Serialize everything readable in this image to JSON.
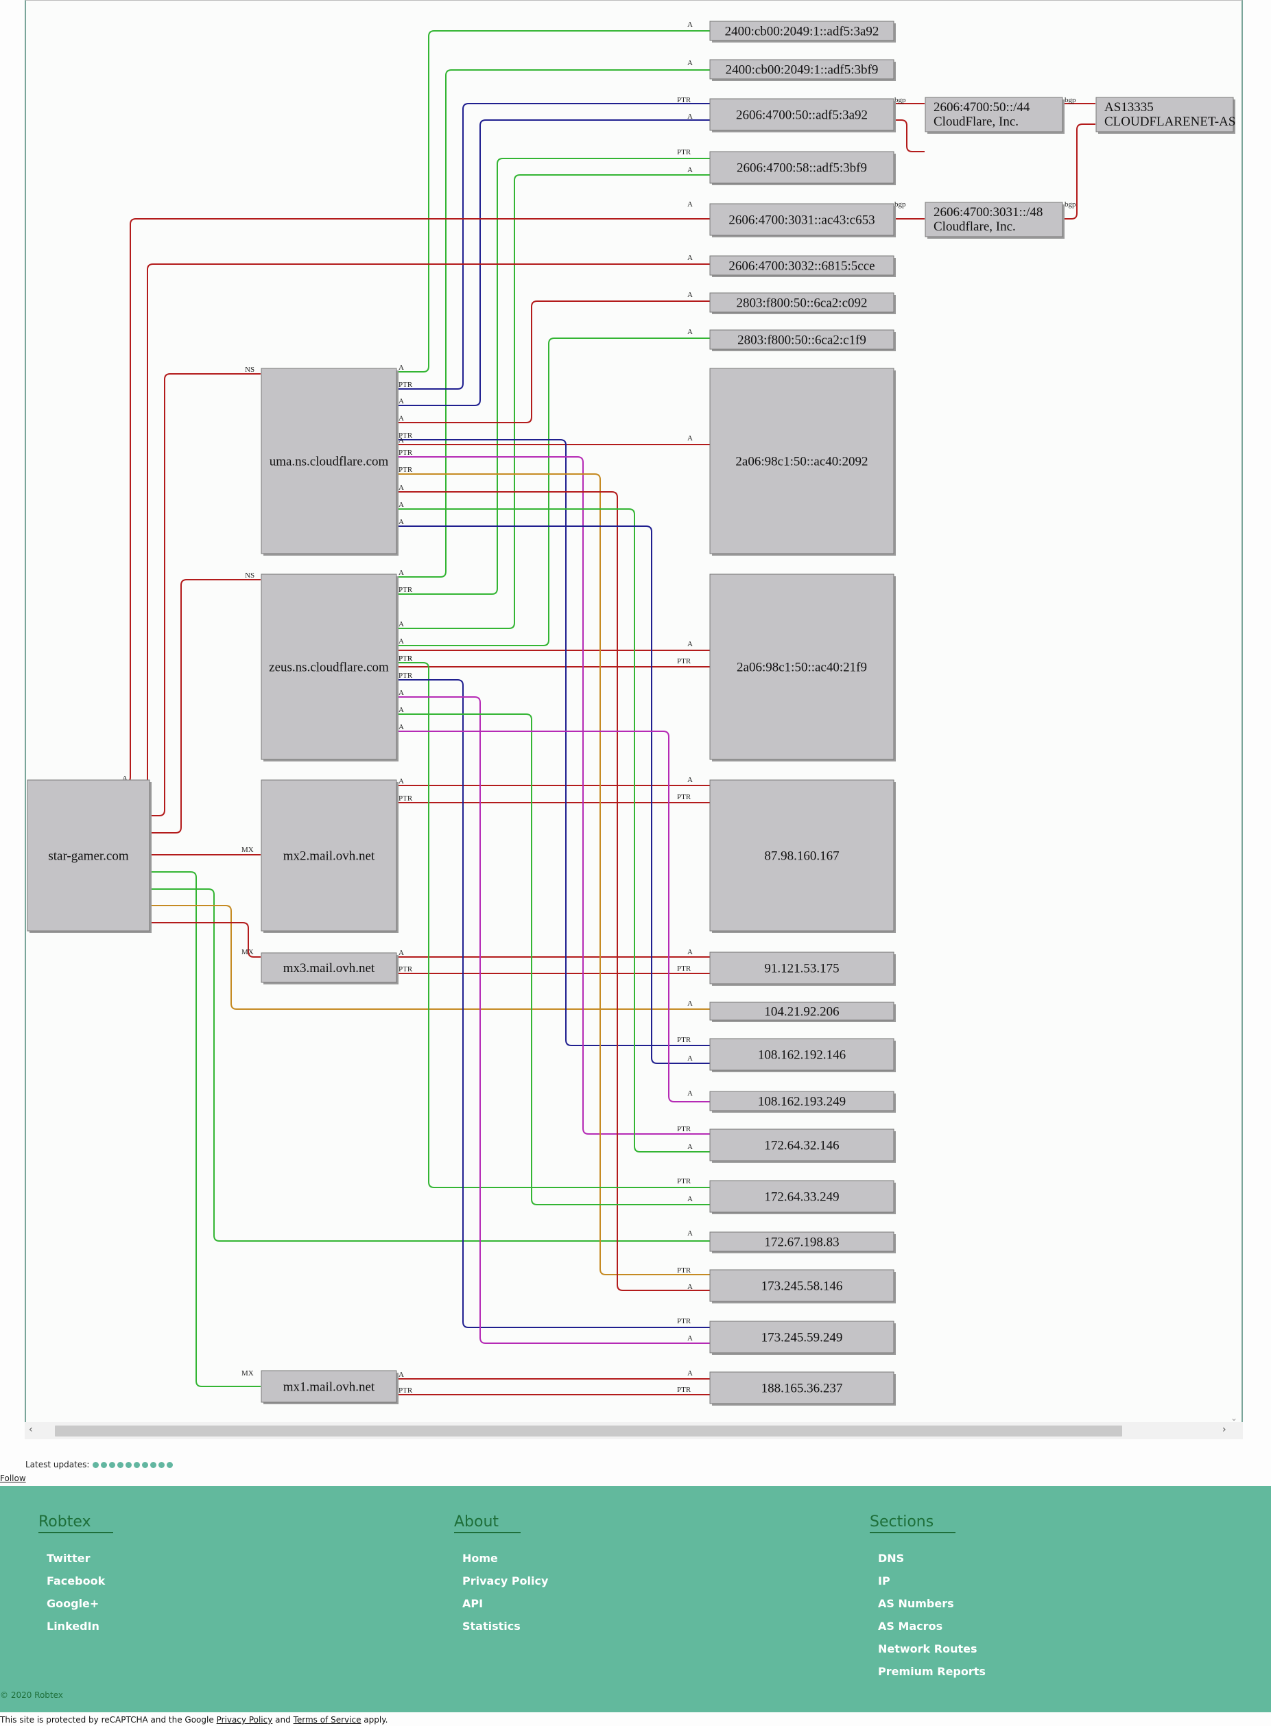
{
  "graph": {
    "domain": "star-gamer.com",
    "nameservers": [
      "uma.ns.cloudflare.com",
      "zeus.ns.cloudflare.com"
    ],
    "mail_servers": [
      "mx2.mail.ovh.net",
      "mx3.mail.ovh.net",
      "mx1.mail.ovh.net"
    ],
    "ipv6": [
      "2400:cb00:2049:1::adf5:3a92",
      "2400:cb00:2049:1::adf5:3bf9",
      "2606:4700:50::adf5:3a92",
      "2606:4700:58::adf5:3bf9",
      "2606:4700:3031::ac43:c653",
      "2606:4700:3032::6815:5cce",
      "2803:f800:50::6ca2:c092",
      "2803:f800:50::6ca2:c1f9",
      "2a06:98c1:50::ac40:2092",
      "2a06:98c1:50::ac40:21f9"
    ],
    "ipv4": [
      "87.98.160.167",
      "91.121.53.175",
      "104.21.92.206",
      "108.162.192.146",
      "108.162.193.249",
      "172.64.32.146",
      "172.64.33.249",
      "172.67.198.83",
      "173.245.58.146",
      "173.245.59.249",
      "188.165.36.237"
    ],
    "networks": [
      {
        "prefix": "2606:4700:50::/44",
        "org": "CloudFlare, Inc."
      },
      {
        "prefix": "2606:4700:3031::/48",
        "org": "Cloudflare, Inc."
      }
    ],
    "asn": {
      "number": "AS13335",
      "name": "CLOUDFLARENET-AS"
    },
    "edge_labels": {
      "a": "A",
      "ptr": "PTR",
      "ns": "NS",
      "mx": "MX",
      "bgp": "bgp"
    },
    "edge_colors": {
      "green": "#33b533",
      "blue": "#1f1f8f",
      "red": "#b31b1b",
      "purple": "#b52ab5",
      "orange": "#c58a22"
    }
  },
  "latest_updates_label": "Latest updates:",
  "update_dot_count": 10,
  "follow_label": "Follow",
  "footer": {
    "columns": [
      {
        "title": "Robtex",
        "links": [
          "Twitter",
          "Facebook",
          "Google+",
          "LinkedIn"
        ]
      },
      {
        "title": "About",
        "links": [
          "Home",
          "Privacy Policy",
          "API",
          "Statistics"
        ]
      },
      {
        "title": "Sections",
        "links": [
          "DNS",
          "IP",
          "AS Numbers",
          "AS Macros",
          "Network Routes",
          "Premium Reports"
        ]
      }
    ],
    "copyright": "© 2020 Robtex"
  },
  "recaptcha": {
    "prefix": "This site is protected by reCAPTCHA and the Google ",
    "privacy": "Privacy Policy",
    "and": " and ",
    "terms": "Terms of Service",
    "suffix": " apply."
  },
  "colors": {
    "accent": "#62b99d",
    "node_fill": "#c4c3c6"
  }
}
